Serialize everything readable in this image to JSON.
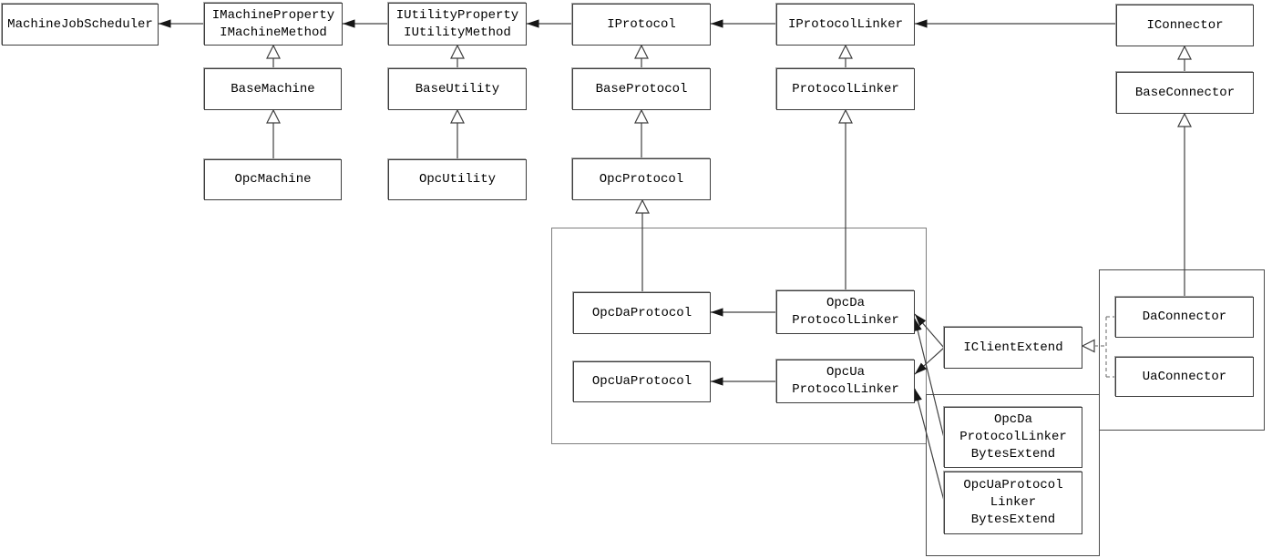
{
  "diagram": {
    "background_color": "#ffffff",
    "line_color": "#404040",
    "box_border_color": "#3c3c3c",
    "container_border_color": "#7e7e7e",
    "arrow_fill_color": "#161616",
    "nodes": {
      "mjs": {
        "label": "MachineJobScheduler"
      },
      "imachine": {
        "label": "IMachineProperty\nIMachineMethod"
      },
      "iutility": {
        "label": "IUtilityProperty\nIUtilityMethod"
      },
      "iprotocol": {
        "label": "IProtocol"
      },
      "iprotocollinker": {
        "label": "IProtocolLinker"
      },
      "iconnector": {
        "label": "IConnector"
      },
      "basemachine": {
        "label": "BaseMachine"
      },
      "baseutility": {
        "label": "BaseUtility"
      },
      "baseprotocol": {
        "label": "BaseProtocol"
      },
      "protocollinker": {
        "label": "ProtocolLinker"
      },
      "baseconnector": {
        "label": "BaseConnector"
      },
      "opcmachine": {
        "label": "OpcMachine"
      },
      "opcutility": {
        "label": "OpcUtility"
      },
      "opcprotocol": {
        "label": "OpcProtocol"
      },
      "opcdaprotocol": {
        "label": "OpcDaProtocol"
      },
      "opcuaprotocol": {
        "label": "OpcUaProtocol"
      },
      "opcdalinker": {
        "label": "OpcDa\nProtocolLinker"
      },
      "opcualinker": {
        "label": "OpcUa\nProtocolLinker"
      },
      "iclientextend": {
        "label": "IClientExtend"
      },
      "daconnector": {
        "label": "DaConnector"
      },
      "uaconnector": {
        "label": "UaConnector"
      },
      "opcdabytes": {
        "label": "OpcDa\nProtocolLinker\nBytesExtend"
      },
      "opcuabytes": {
        "label": "OpcUaProtocol\nLinker\nBytesExtend"
      }
    },
    "edges": [
      {
        "from": "imachine",
        "to": "mjs",
        "type": "arrow"
      },
      {
        "from": "iutility",
        "to": "imachine",
        "type": "arrow"
      },
      {
        "from": "iprotocol",
        "to": "iutility",
        "type": "arrow"
      },
      {
        "from": "iprotocollinker",
        "to": "iprotocol",
        "type": "arrow"
      },
      {
        "from": "iconnector",
        "to": "iprotocollinker",
        "type": "arrow"
      },
      {
        "from": "basemachine",
        "to": "imachine",
        "type": "inherits"
      },
      {
        "from": "opcmachine",
        "to": "basemachine",
        "type": "inherits"
      },
      {
        "from": "baseutility",
        "to": "iutility",
        "type": "inherits"
      },
      {
        "from": "opcutility",
        "to": "baseutility",
        "type": "inherits"
      },
      {
        "from": "baseprotocol",
        "to": "iprotocol",
        "type": "inherits"
      },
      {
        "from": "opcprotocol",
        "to": "baseprotocol",
        "type": "inherits"
      },
      {
        "from": "opcdaprotocol",
        "to": "opcprotocol",
        "type": "inherits"
      },
      {
        "from": "protocollinker",
        "to": "iprotocollinker",
        "type": "inherits"
      },
      {
        "from": "opcdalinker",
        "to": "protocollinker",
        "type": "inherits"
      },
      {
        "from": "baseconnector",
        "to": "iconnector",
        "type": "inherits"
      },
      {
        "from": "daconnector",
        "to": "baseconnector",
        "type": "inherits"
      },
      {
        "from": "opcdalinker",
        "to": "opcdaprotocol",
        "type": "arrow"
      },
      {
        "from": "opcualinker",
        "to": "opcuaprotocol",
        "type": "arrow"
      },
      {
        "from": "iclientextend",
        "to": "opcdalinker",
        "type": "arrow"
      },
      {
        "from": "iclientextend",
        "to": "opcualinker",
        "type": "arrow"
      },
      {
        "from": "opcdabytes",
        "to": "opcdalinker",
        "type": "arrow"
      },
      {
        "from": "opcuabytes",
        "to": "opcualinker",
        "type": "arrow"
      },
      {
        "from": "daconnector",
        "to": "iclientextend",
        "type": "realizes"
      },
      {
        "from": "uaconnector",
        "to": "iclientextend",
        "type": "realizes"
      }
    ]
  }
}
